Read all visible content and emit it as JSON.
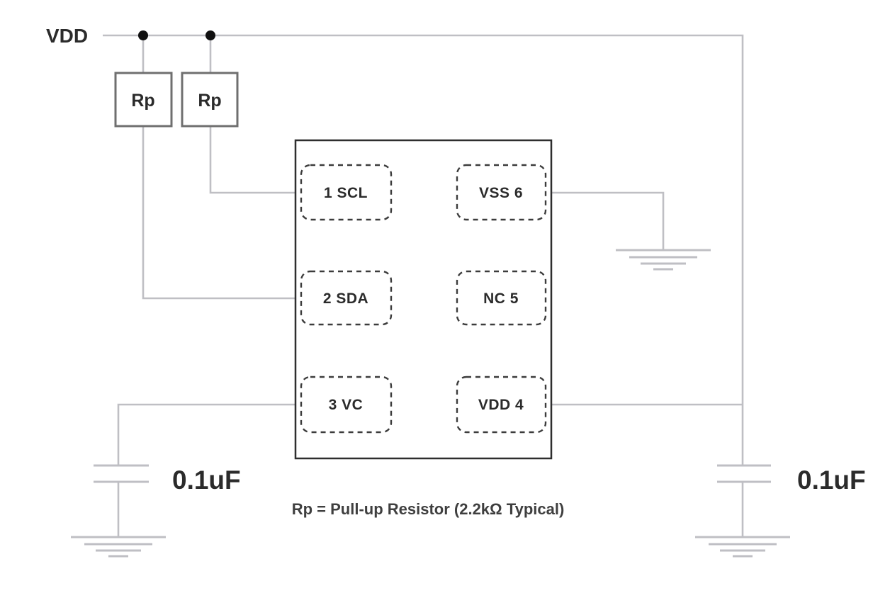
{
  "diagram": {
    "power_rail_label": "VDD",
    "pullup_resistors": [
      {
        "label": "Rp"
      },
      {
        "label": "Rp"
      }
    ],
    "chip_pins": [
      {
        "label": "1 SCL"
      },
      {
        "label": "VSS 6"
      },
      {
        "label": "2 SDA"
      },
      {
        "label": "NC 5"
      },
      {
        "label": "3 VC"
      },
      {
        "label": "VDD 4"
      }
    ],
    "capacitors": [
      {
        "label": "0.1uF"
      },
      {
        "label": "0.1uF"
      }
    ],
    "caption": "Rp = Pull-up Resistor (2.2kΩ Typical)",
    "colors": {
      "background": "#ffffff",
      "wire": "#bfbfc4",
      "junction_dot": "#111111",
      "component_border": "#6f6f6f",
      "chip_border": "#2e2e2e",
      "pin_border": "#3c3c3c",
      "text": "#2b2b2b"
    }
  }
}
